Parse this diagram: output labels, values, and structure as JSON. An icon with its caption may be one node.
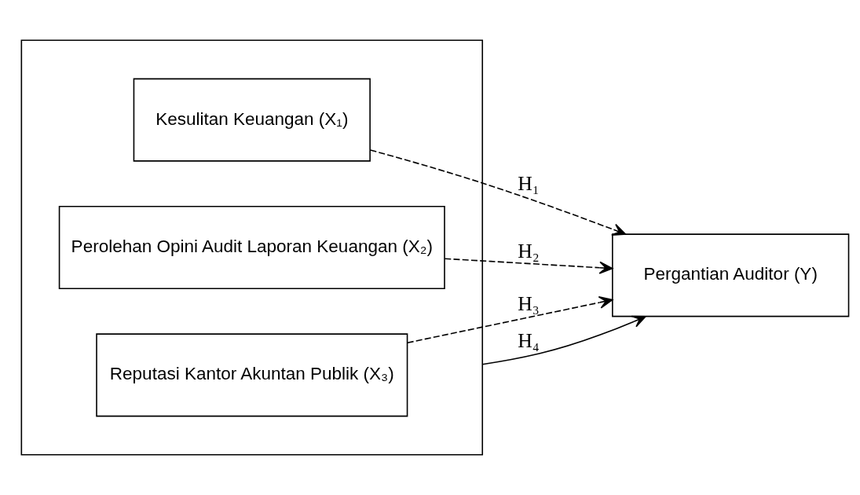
{
  "diagram": {
    "nodes": [
      {
        "text": [],
        "shape": "box"
      },
      {
        "text": [
          "Kesulitan Keuangan (X₁)"
        ],
        "in": 0
      },
      {
        "text": [
          "Perolehan Opini Audit Laporan Keuangan (X₂)"
        ],
        "in": 0
      },
      {
        "text": [
          "Reputasi Kantor Akuntan Publik (X₃)"
        ],
        "in": 0
      },
      {
        "text": [
          "Pergantian Auditor (Y)"
        ]
      }
    ],
    "edges": [
      {
        "from": 1,
        "to": 4,
        "arrow": "to",
        "style": "dashed",
        "label": "H₁"
      },
      {
        "from": 2,
        "to": 4,
        "arrow": "to",
        "style": "dashed",
        "label": "H₂"
      },
      {
        "from": 3,
        "to": 4,
        "arrow": "to",
        "style": "dashed",
        "label": "H₃"
      },
      {
        "from": 0,
        "to": 4,
        "arrow": "to",
        "label": "H₄"
      }
    ]
  }
}
